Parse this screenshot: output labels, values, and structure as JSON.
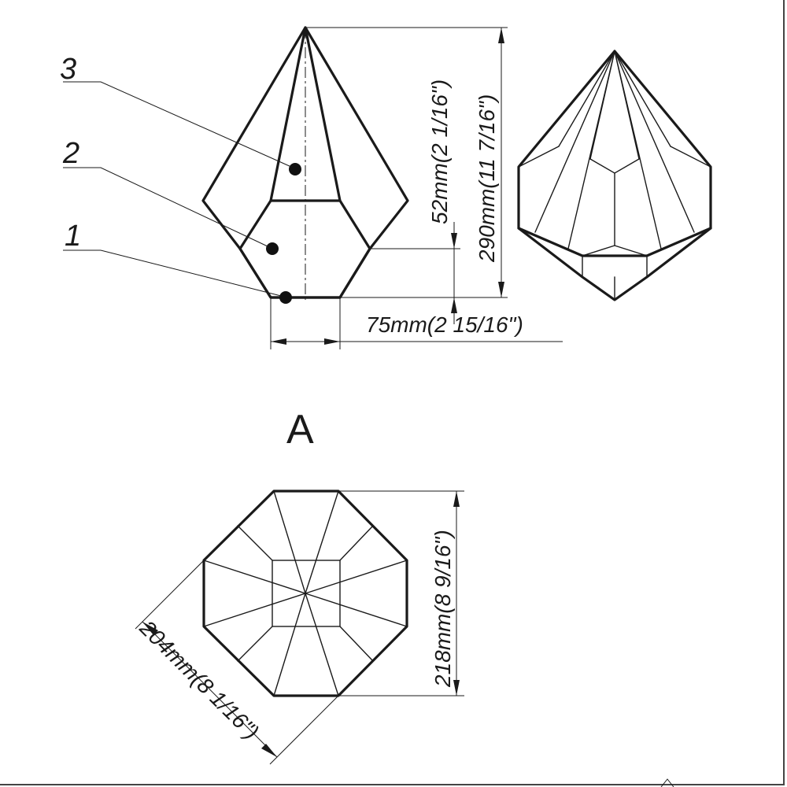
{
  "callouts": [
    "3",
    "2",
    "1"
  ],
  "dimensions": {
    "top_height": "52mm(2 1/16\")",
    "total_height": "290mm(11 7/16\")",
    "bottom_width": "75mm(2 15/16\")",
    "plan_height": "218mm(8 9/16\")",
    "plan_width": "204mm(8 1/16\")"
  },
  "view_label": "A"
}
